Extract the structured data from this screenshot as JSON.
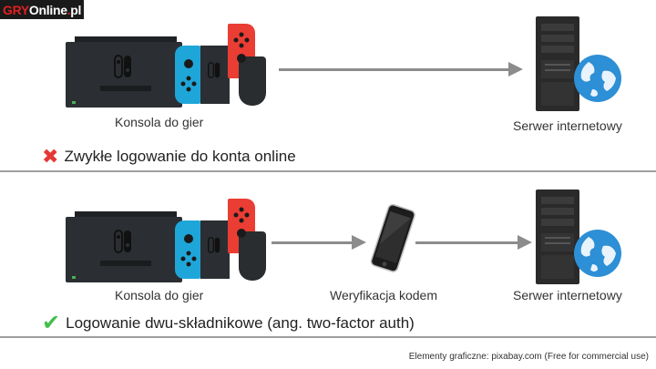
{
  "logo": {
    "part1": "GRY",
    "part2": "Online",
    "dot": ".",
    "part3": "pl"
  },
  "row1": {
    "console_label": "Konsola do gier",
    "server_label": "Serwer internetowy",
    "status_text": "Zwykłe logowanie do konta online",
    "status_icon": "x-mark-icon"
  },
  "row2": {
    "console_label": "Konsola do gier",
    "phone_label": "Weryfikacja kodem",
    "server_label": "Serwer internetowy",
    "status_text": "Logowanie dwu-składnikowe (ang. two-factor auth)",
    "status_icon": "checkmark-icon"
  },
  "icons": {
    "x": "✖",
    "check": "✔"
  },
  "credits": "Elementy graficzne: pixabay.com (Free for commercial use)",
  "colors": {
    "joycon_blue": "#1fa6d8",
    "joycon_red": "#ea3d33",
    "arrow": "#8c8c8c",
    "divider": "#9e9e9e",
    "x_red": "#e53935",
    "check_green": "#43c04b"
  }
}
